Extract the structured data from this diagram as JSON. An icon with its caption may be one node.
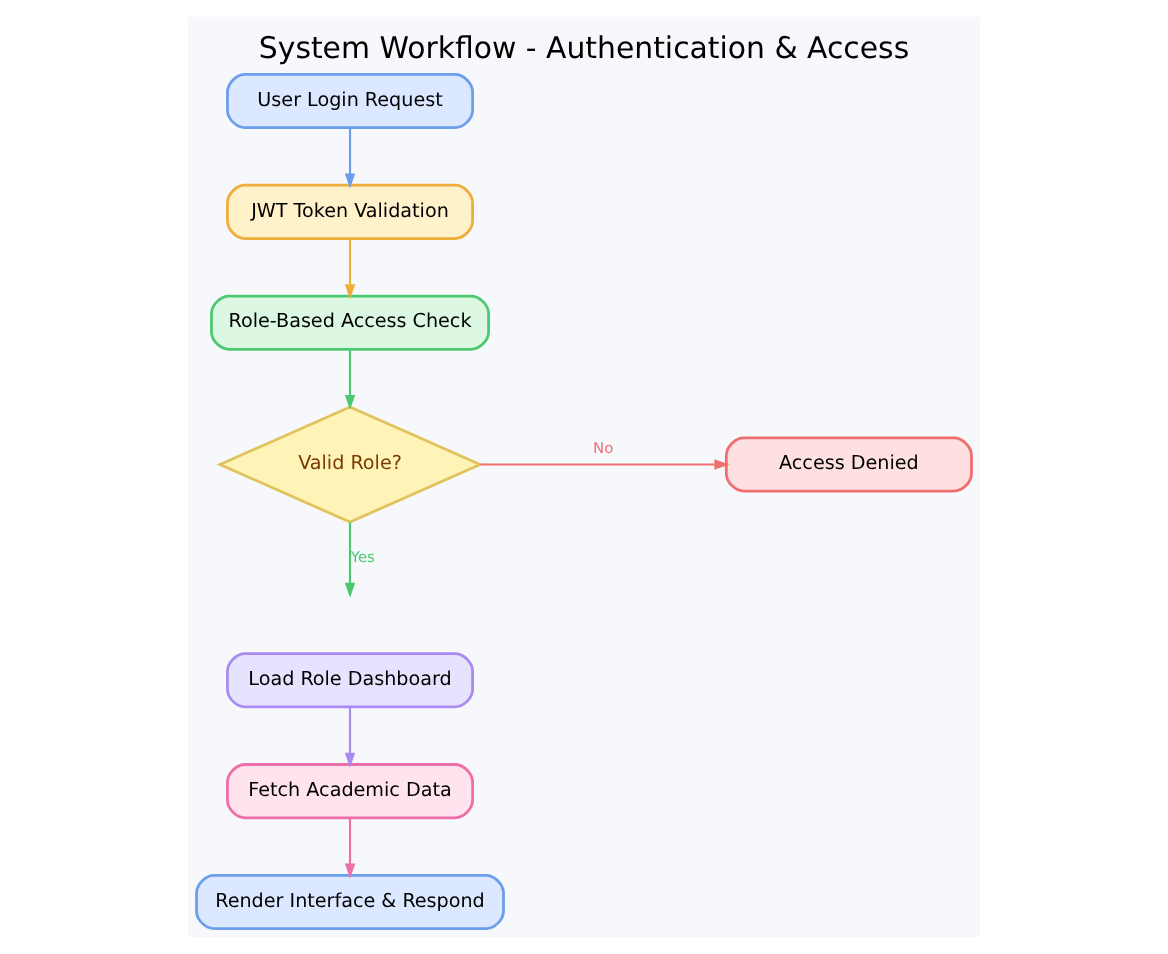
{
  "diagram": {
    "title": "System Workflow - Authentication & Access",
    "nodes": [
      {
        "text": [
          "User Login Request"
        ]
      },
      {
        "text": [
          "JWT Token Validation"
        ]
      },
      {
        "text": [
          "Role-Based Access Check"
        ]
      },
      {
        "text": [
          "Valid Role?"
        ]
      },
      {
        "text": [
          "Access Denied"
        ]
      },
      {
        "text": [
          "Load Role Dashboard"
        ]
      },
      {
        "text": [
          "Fetch Academic Data"
        ]
      },
      {
        "text": [
          "Render Interface & Respond"
        ]
      }
    ],
    "edges": [
      {
        "from": 0,
        "to": 1,
        "arrow": "to",
        "color": "#6d9eeb"
      },
      {
        "from": 1,
        "to": 2,
        "arrow": "to",
        "color": "#f0ad3c"
      },
      {
        "from": 2,
        "to": 3,
        "arrow": "to",
        "color": "#4cc970"
      },
      {
        "from": 3,
        "to": 4,
        "arrow": "to",
        "label": "No",
        "color": "#ef6f6f"
      },
      {
        "from": 3,
        "to": null,
        "arrow": "to",
        "label": "Yes",
        "color": "#4cc970"
      },
      {
        "from": 5,
        "to": 6,
        "arrow": "to",
        "color": "#a98af0"
      },
      {
        "from": 6,
        "to": 7,
        "arrow": "to",
        "color": "#ee6fa8"
      }
    ]
  }
}
